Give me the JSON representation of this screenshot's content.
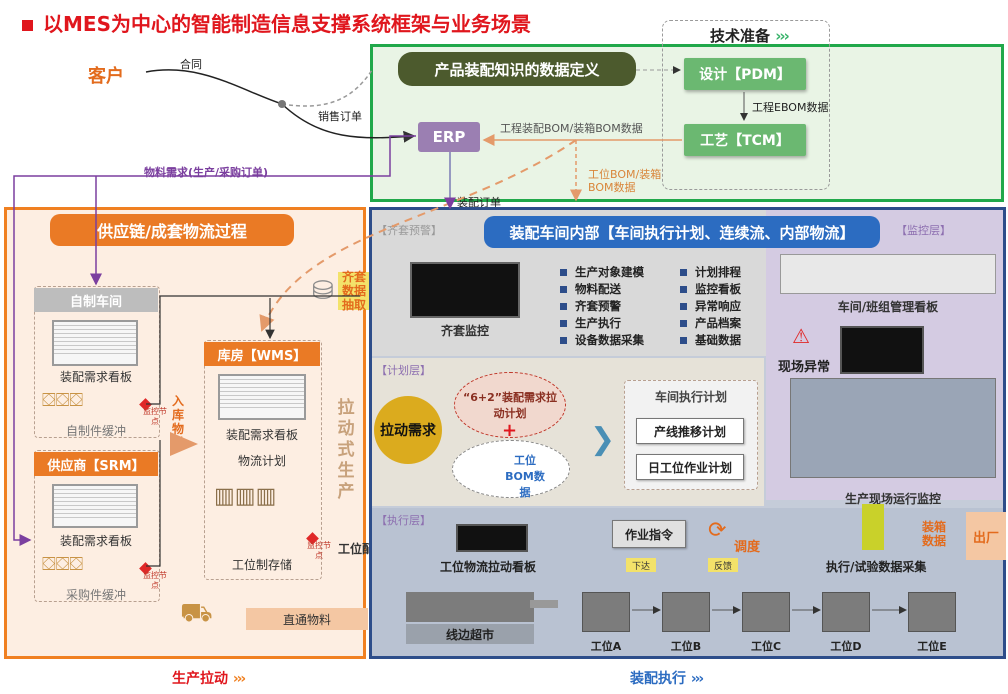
{
  "title": "以MES为中心的智能制造信息支撑系统框架与业务场景",
  "colors": {
    "red": "#e0161d",
    "green": "#20a84a",
    "orange": "#f08021",
    "blue": "#2d4d8a",
    "purple": "#9b7fb2"
  },
  "tech": {
    "title": "技术准备",
    "pdm": "设计【PDM】",
    "tcm": "工艺【TCM】",
    "ebom": "工程EBOM数据"
  },
  "knowledge": {
    "title": "产品装配知识的数据定义"
  },
  "erp": {
    "label": "ERP",
    "bom_label": "工程装配BOM/装箱BOM数据",
    "station_bom": "工位BOM/装箱BOM数据",
    "assembly_order": "装配订单"
  },
  "customer": {
    "label": "客户",
    "contract": "合同",
    "sales_order": "销售订单"
  },
  "material_demand": "物料需求(生产/采购订单)",
  "supply": {
    "title": "供应链/成套物流过程",
    "self_workshop": "自制车间",
    "demand_board": "装配需求看板",
    "self_buffer": "自制件缓冲",
    "monitor_node": "监控节点",
    "inbound": "入库物料",
    "srm": "供应商【SRM】",
    "srm_board": "装配需求看板",
    "purchase_buffer": "采购件缓冲",
    "wms": "库房【WMS】",
    "wms_board": "装配需求看板",
    "logistics_plan": "物流计划",
    "station_storage": "工位制存储",
    "monitor_node2": "监控节点",
    "kit_extract": "齐套数据抽取",
    "station_kit": "工位配餐",
    "direct": "直通物料",
    "pull_production": "拉动式生产"
  },
  "assembly": {
    "title": "装配车间内部【车间执行计划、连续流、内部物流】",
    "kit_layer": "【齐套预警】",
    "kit_monitor": "齐套监控",
    "bullets_left": [
      "生产对象建模",
      "物料配送",
      "齐套预警",
      "生产执行",
      "设备数据采集"
    ],
    "bullets_right": [
      "计划排程",
      "监控看板",
      "异常响应",
      "产品档案",
      "基础数据"
    ],
    "monitor_layer": "【监控层】",
    "workshop_board": "车间/班组管理看板",
    "field_exception": "现场异常",
    "plan_layer": "【计划层】",
    "pull_demand": "拉动需求",
    "pull_plan": "“6+2”装配需求拉动计划",
    "plus": "+",
    "station_bom": "工位BOM数据",
    "exec_plan": "车间执行计划",
    "line_plan": "产线推移计划",
    "daily_plan": "日工位作业计划",
    "exec_layer": "【执行层】",
    "station_pull_board": "工位物流拉动看板",
    "line_market": "线边超市",
    "work_order": "作业指令",
    "dispatch": "下达",
    "feedback": "反馈",
    "adjust": "调度",
    "field_monitor": "生产现场运行监控",
    "exec_collect": "执行/试验数据采集",
    "packing_data": "装箱数据",
    "out": "出厂",
    "stations": [
      "工位A",
      "工位B",
      "工位C",
      "工位D",
      "工位E"
    ]
  },
  "bottom": {
    "left": "生产拉动",
    "right": "装配执行"
  }
}
